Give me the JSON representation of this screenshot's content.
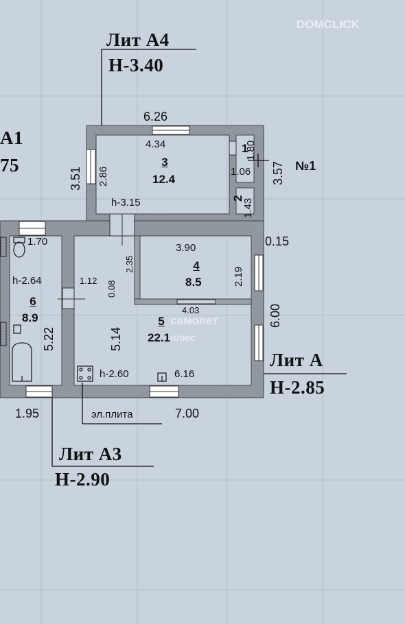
{
  "watermarks": {
    "top": "DOMCLICK",
    "center_main": "самолет",
    "center_sub": "плюс"
  },
  "lit_labels": {
    "a4": {
      "name": "Лит А4",
      "height": "Н-3.40"
    },
    "a1": {
      "name": "А1",
      "height": "75"
    },
    "a": {
      "name": "Лит А",
      "height": "Н-2.85"
    },
    "a3": {
      "name": "Лит А3",
      "height": "Н-2.90"
    }
  },
  "rooms": {
    "r1": {
      "number": "1"
    },
    "r2": {
      "number": "2"
    },
    "r3": {
      "number": "3",
      "area": "12.4"
    },
    "r4": {
      "number": "4",
      "area": "8.5"
    },
    "r5": {
      "number": "5",
      "area": "22.1"
    },
    "r6": {
      "number": "6",
      "area": "8.9"
    }
  },
  "dimensions": {
    "top_626": "6.26",
    "in_434": "4.34",
    "v_351": "3.51",
    "v_286": "2.86",
    "h315": "h-3.15",
    "v_180": "1.80",
    "h_106": "1.06",
    "v_143": "1.43",
    "v_357": "3.57",
    "no1": "№1",
    "h_390": "3.90",
    "v_219": "2.19",
    "h_015": "0.15",
    "v_235": "2.35",
    "h_112": "1.12",
    "v_008": "0.08",
    "h_403": "4.03",
    "v_600": "6.00",
    "v_514": "5.14",
    "h260": "h-2.60",
    "h_616": "6.16",
    "h_700": "7.00",
    "h_170": "1.70",
    "h264": "h-2.64",
    "v_522": "5.22",
    "h_195": "1.95",
    "stove": "эл.плита"
  }
}
